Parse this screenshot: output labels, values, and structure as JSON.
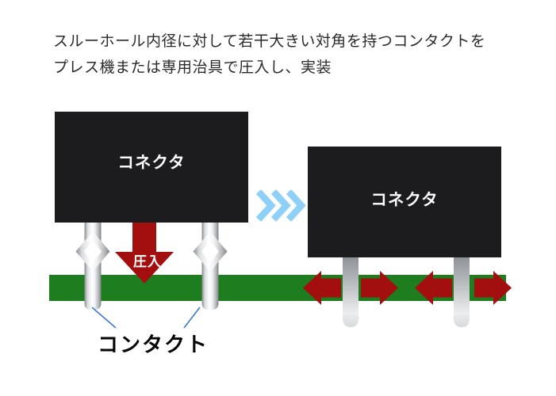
{
  "heading": {
    "line1": "スルーホール内径に対して若干大きい対角を持つコンタクトを",
    "line2": "プレス機または専用治具で圧入し、実装"
  },
  "diagram": {
    "before": {
      "connector_label": "コネクタ",
      "press_arrow_label": "圧入",
      "contact_label": "コンタクト"
    },
    "after": {
      "connector_label": "コネクタ"
    },
    "icons": {
      "transition": "triple-chevron-right",
      "press": "down-arrow",
      "pressure": "left-right-arrows"
    }
  },
  "colors": {
    "board_green": "#1e7d1e",
    "arrow_red": "#a30f0f",
    "chevron_blue": "#8fd0f8",
    "callout_blue": "#4079d0",
    "connector_black": "#1c1c1e",
    "heading_ink": "#2a2a2a"
  }
}
